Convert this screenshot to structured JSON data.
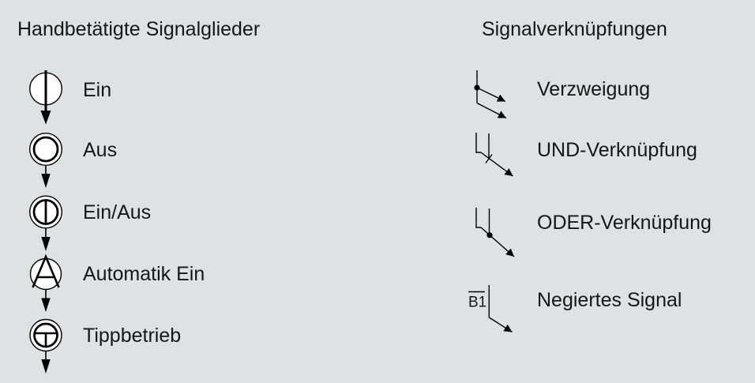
{
  "page": {
    "background_color": "#dde2e5",
    "text_color": "#161616",
    "line_color": "#000000",
    "symbol_fill": "#ffffff"
  },
  "sections": {
    "manual": {
      "title": "Handbetätigte Signalglieder",
      "items": [
        {
          "label": "Ein",
          "icon": "pushbutton-on-icon"
        },
        {
          "label": "Aus",
          "icon": "pushbutton-off-icon"
        },
        {
          "label": "Ein/Aus",
          "icon": "pushbutton-on-off-icon"
        },
        {
          "label": "Automatik Ein",
          "icon": "automatic-on-icon"
        },
        {
          "label": "Tippbetrieb",
          "icon": "jog-mode-icon"
        }
      ]
    },
    "links": {
      "title": "Signalverknüpfungen",
      "items": [
        {
          "label": "Verzweigung",
          "icon": "branch-icon"
        },
        {
          "label": "UND-Verknüpfung",
          "icon": "and-link-icon"
        },
        {
          "label": "ODER-Verknüpfung",
          "icon": "or-link-icon"
        },
        {
          "label": "Negiertes Signal",
          "icon": "negated-signal-icon",
          "signal_name": "B1"
        }
      ]
    }
  }
}
